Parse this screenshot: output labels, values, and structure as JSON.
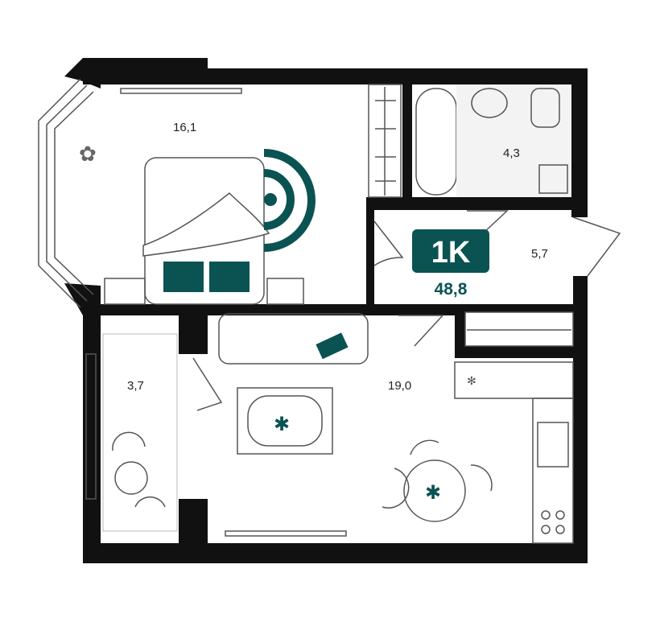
{
  "plan": {
    "type_badge": "1K",
    "total_area": "48,8",
    "accent_color": "#0b5353",
    "wall_color": "#111111",
    "rooms": [
      {
        "name": "bedroom",
        "area": "16,1"
      },
      {
        "name": "bathroom",
        "area": "4,3"
      },
      {
        "name": "hallway",
        "area": "5,7"
      },
      {
        "name": "living-kitchen",
        "area": "19,0"
      },
      {
        "name": "balcony",
        "area": "3,7"
      }
    ]
  }
}
